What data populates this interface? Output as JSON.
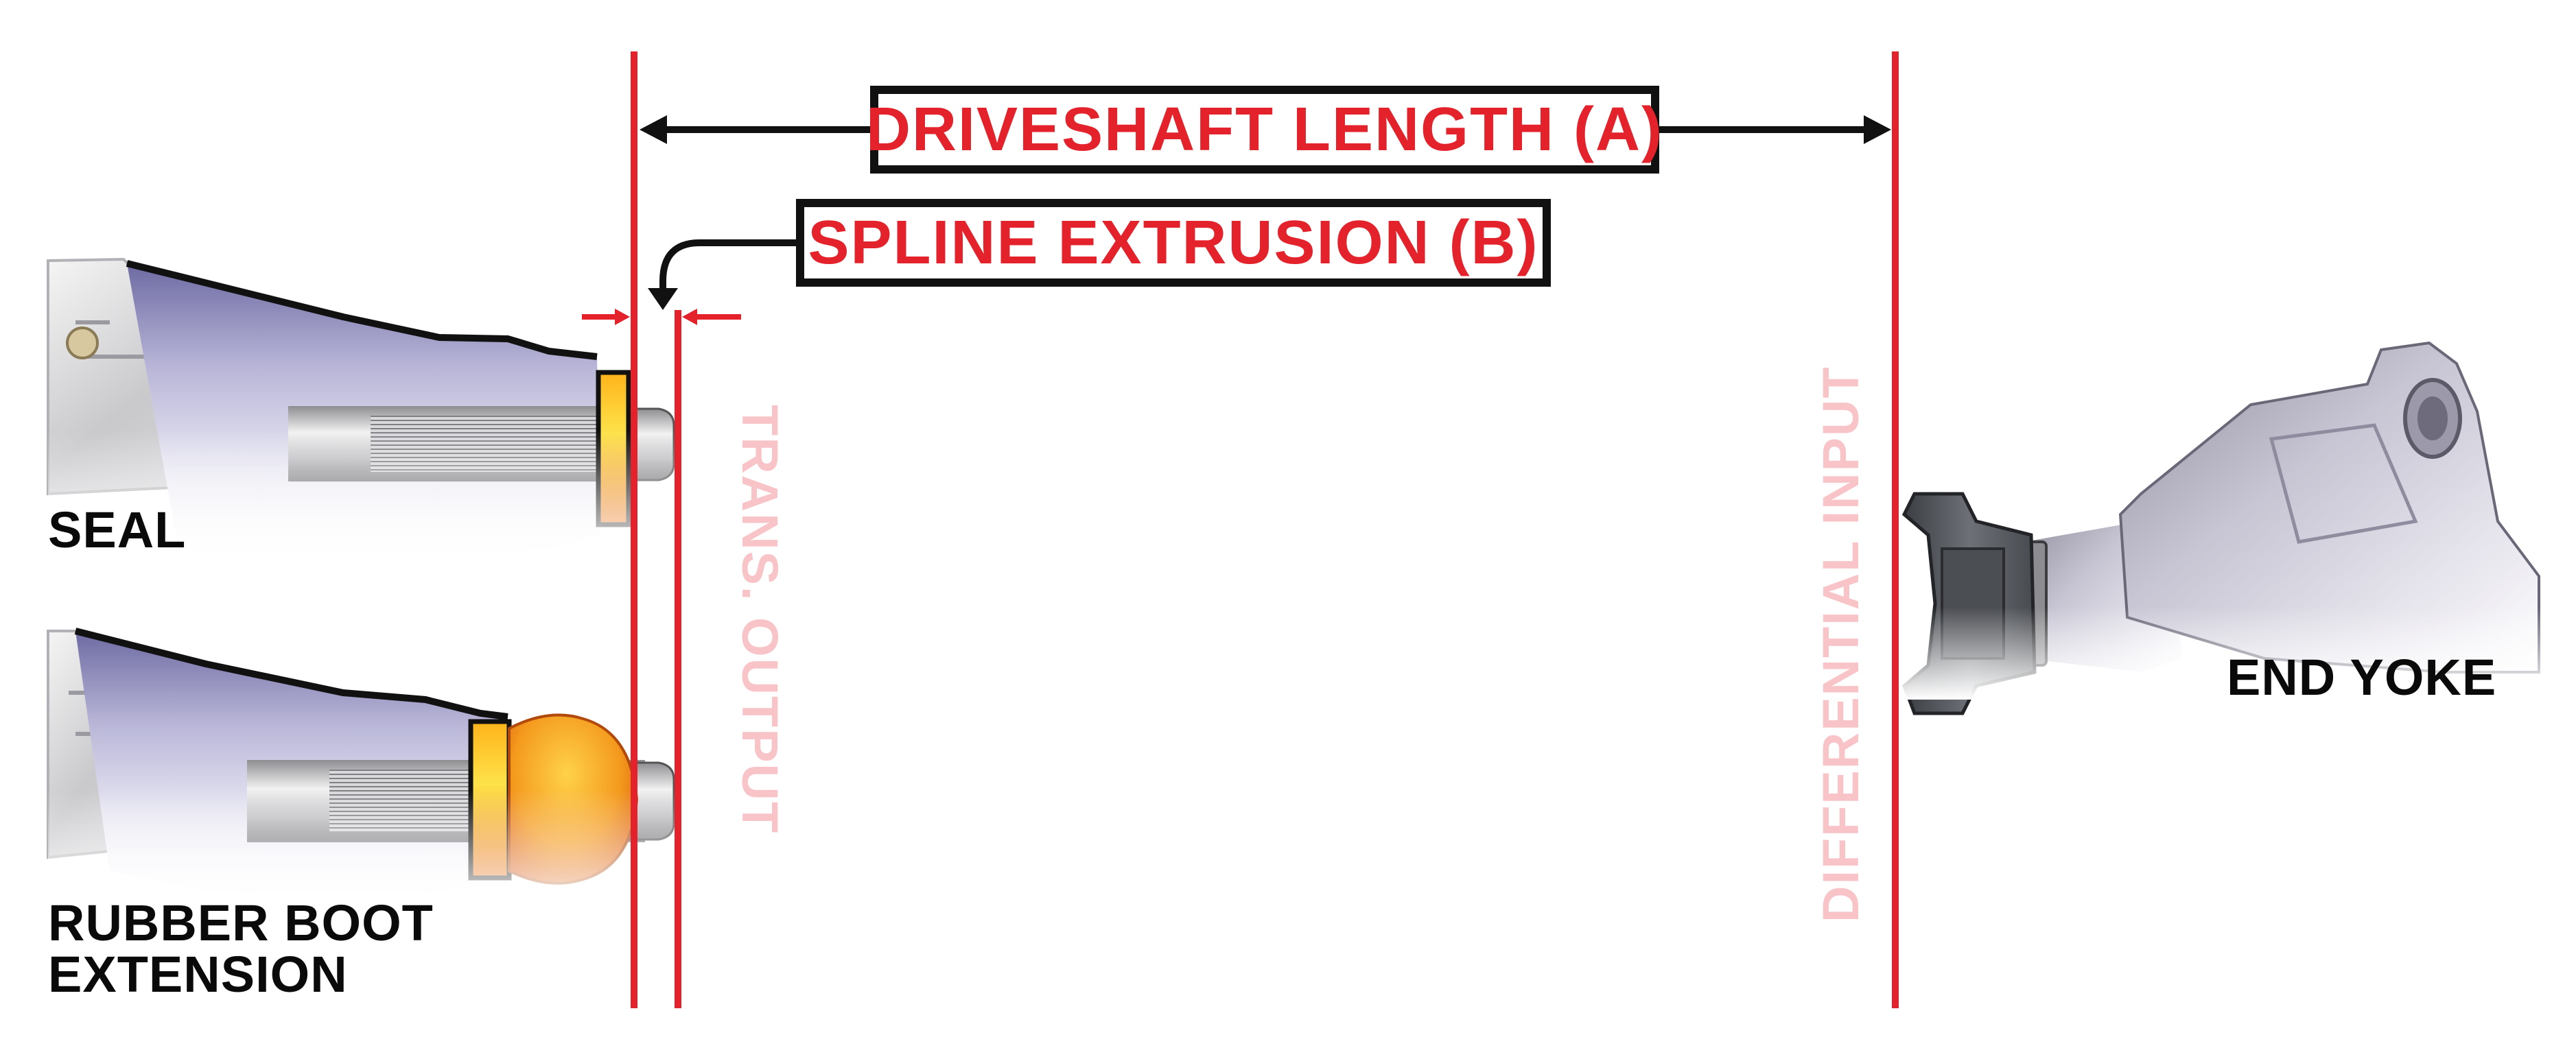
{
  "labels": {
    "driveshaft_length": "DRIVESHAFT LENGTH (A)",
    "spline_extrusion": "SPLINE EXTRUSION (B)",
    "trans_output": "TRANS. OUTPUT",
    "differential_input": "DIFFERENTIAL INPUT",
    "seal": "SEAL",
    "rubber_boot_extension": [
      "RUBBER BOOT",
      "EXTENSION"
    ],
    "end_yoke": "END YOKE"
  },
  "colors": {
    "accent_red": "#e3222b",
    "faded_red_text": "#f8c4c7",
    "outline_black": "#111111",
    "seal_orange": "#f39a1e",
    "housing_purple": "#8c89b8",
    "yoke_gray": "#55595f"
  },
  "icons": {
    "transmission_seal": "transmission-housing-with-seal",
    "transmission_boot": "transmission-housing-with-rubber-boot",
    "differential": "differential-with-end-yoke"
  }
}
